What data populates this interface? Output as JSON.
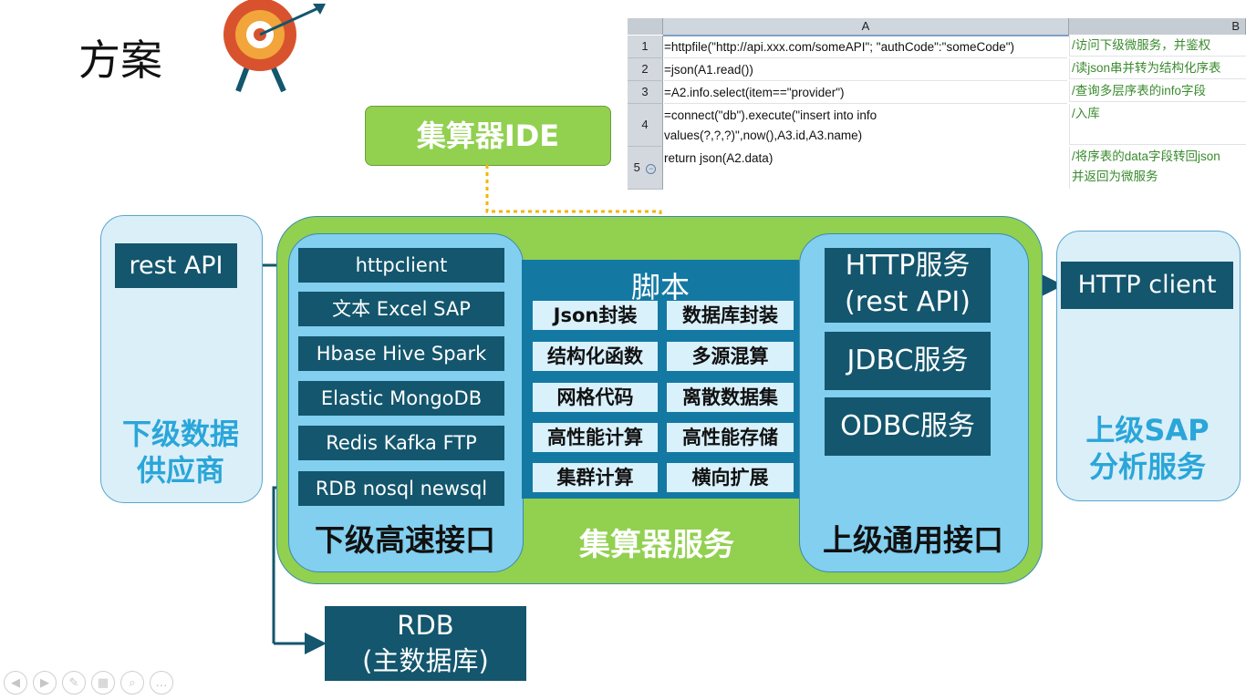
{
  "slide_title": "方案",
  "spreadsheet": {
    "col_headers": [
      "A",
      "B"
    ],
    "rows": [
      {
        "num": "1",
        "a": "=httpfile(\"http://api.xxx.com/someAPI\"; \"authCode\":\"someCode\")",
        "b": "/访问下级微服务，并鉴权"
      },
      {
        "num": "2",
        "a": "=json(A1.read())",
        "b": "/读json串并转为结构化序表"
      },
      {
        "num": "3",
        "a": "=A2.info.select(item==\"provider\")",
        "b": "/查询多层序表的info字段"
      },
      {
        "num": "4",
        "a": "=connect(\"db\").execute(\"insert into info",
        "a2": "values(?,?,?)\",now(),A3.id,A3.name)",
        "b": "/入库"
      },
      {
        "num": "5",
        "a": "return json(A2.data)",
        "b": "/将序表的data字段转回json",
        "b2": "并返回为微服务"
      }
    ]
  },
  "ide_label": "集算器IDE",
  "left_panel": {
    "api_label": "rest API",
    "title_line1": "下级数据",
    "title_line2": "供应商"
  },
  "lower_interface": {
    "items": [
      "httpclient",
      "文本 Excel SAP",
      "Hbase Hive Spark",
      "Elastic MongoDB",
      "Redis Kafka FTP",
      "RDB nosql newsql"
    ],
    "label": "下级高速接口"
  },
  "script": {
    "title": "脚本",
    "items": [
      "Json封装",
      "数据库封装",
      "结构化函数",
      "多源混算",
      "网格代码",
      "离散数据集",
      "高性能计算",
      "高性能存储",
      "集群计算",
      "横向扩展"
    ]
  },
  "service_label": "集算器服务",
  "upper_interface": {
    "http_line1": "HTTP服务",
    "http_line2": "(rest API)",
    "jdbc": "JDBC服务",
    "odbc": "ODBC服务",
    "label": "上级通用接口"
  },
  "right_panel": {
    "client_label": "HTTP client",
    "title_line1": "上级SAP",
    "title_line2": "分析服务"
  },
  "rdb": {
    "line1": "RDB",
    "line2": "(主数据库)"
  },
  "colors": {
    "green": "#92d050",
    "light_blue": "#82cfef",
    "dark_teal": "#13566d",
    "script_blue": "#1379a3",
    "accent_blue": "#2aa6d9"
  }
}
